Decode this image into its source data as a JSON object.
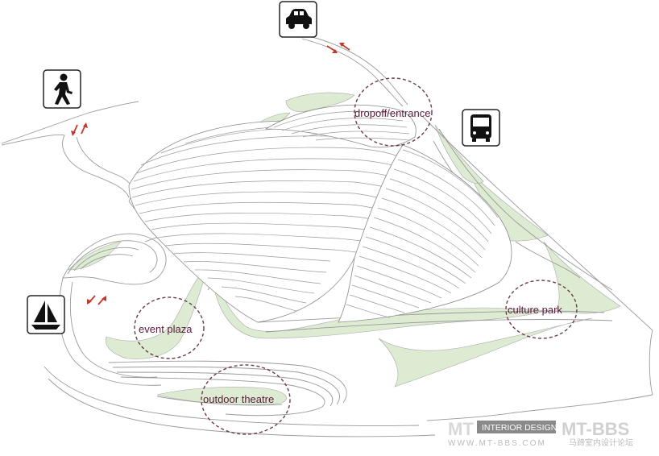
{
  "diagram": {
    "zones": [
      {
        "id": "dropoff",
        "label": "dropoff/entrance"
      },
      {
        "id": "culture",
        "label": "culture park"
      },
      {
        "id": "event",
        "label": "event plaza"
      },
      {
        "id": "theatre",
        "label": "outdoor theatre"
      }
    ],
    "access_icons": [
      {
        "id": "car",
        "icon": "car-icon"
      },
      {
        "id": "pedestrian",
        "icon": "pedestrian-icon"
      },
      {
        "id": "bus",
        "icon": "bus-icon"
      },
      {
        "id": "boat",
        "icon": "sailboat-icon"
      }
    ],
    "colors": {
      "green_fill": "#dcebd2",
      "line": "#9a9a9a",
      "label": "#5a1a3a",
      "circle": "#6a3a4a",
      "arrow": "#c0392b"
    }
  },
  "watermark": {
    "logo_left": "MT",
    "badge": "INTERIOR DESIGN",
    "logo_right": "MT-BBS",
    "url": "WWW.MT-BBS.COM",
    "chinese": "马蹄室内设计论坛"
  }
}
